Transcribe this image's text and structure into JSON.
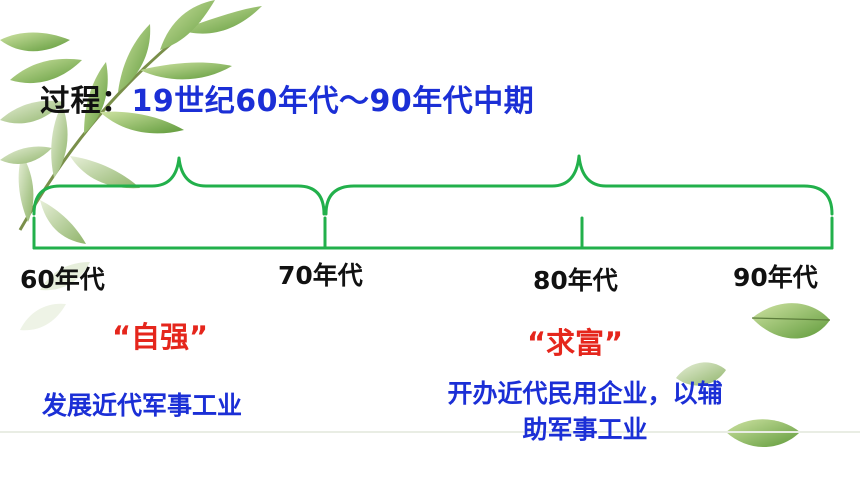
{
  "title": {
    "lead": "过程：",
    "range": "19世纪60年代～90年代中期"
  },
  "timeline": {
    "ticks": [
      "60年代",
      "70年代",
      "80年代",
      "90年代"
    ],
    "color": "#22b04b"
  },
  "phases": [
    {
      "label": "“自强”",
      "description_lines": [
        "发展近代军事工业"
      ]
    },
    {
      "label": "“求富”",
      "description_lines": [
        "开办近代民用企业，以辅",
        "助军事工业"
      ]
    }
  ],
  "colors": {
    "title_lead": "#111111",
    "title_range": "#1b2fd6",
    "phase_label": "#e5261c",
    "description": "#1b2fd6",
    "timeline": "#22b04b"
  },
  "decorations": [
    "leaf-branch-icon",
    "leaf-icon"
  ]
}
